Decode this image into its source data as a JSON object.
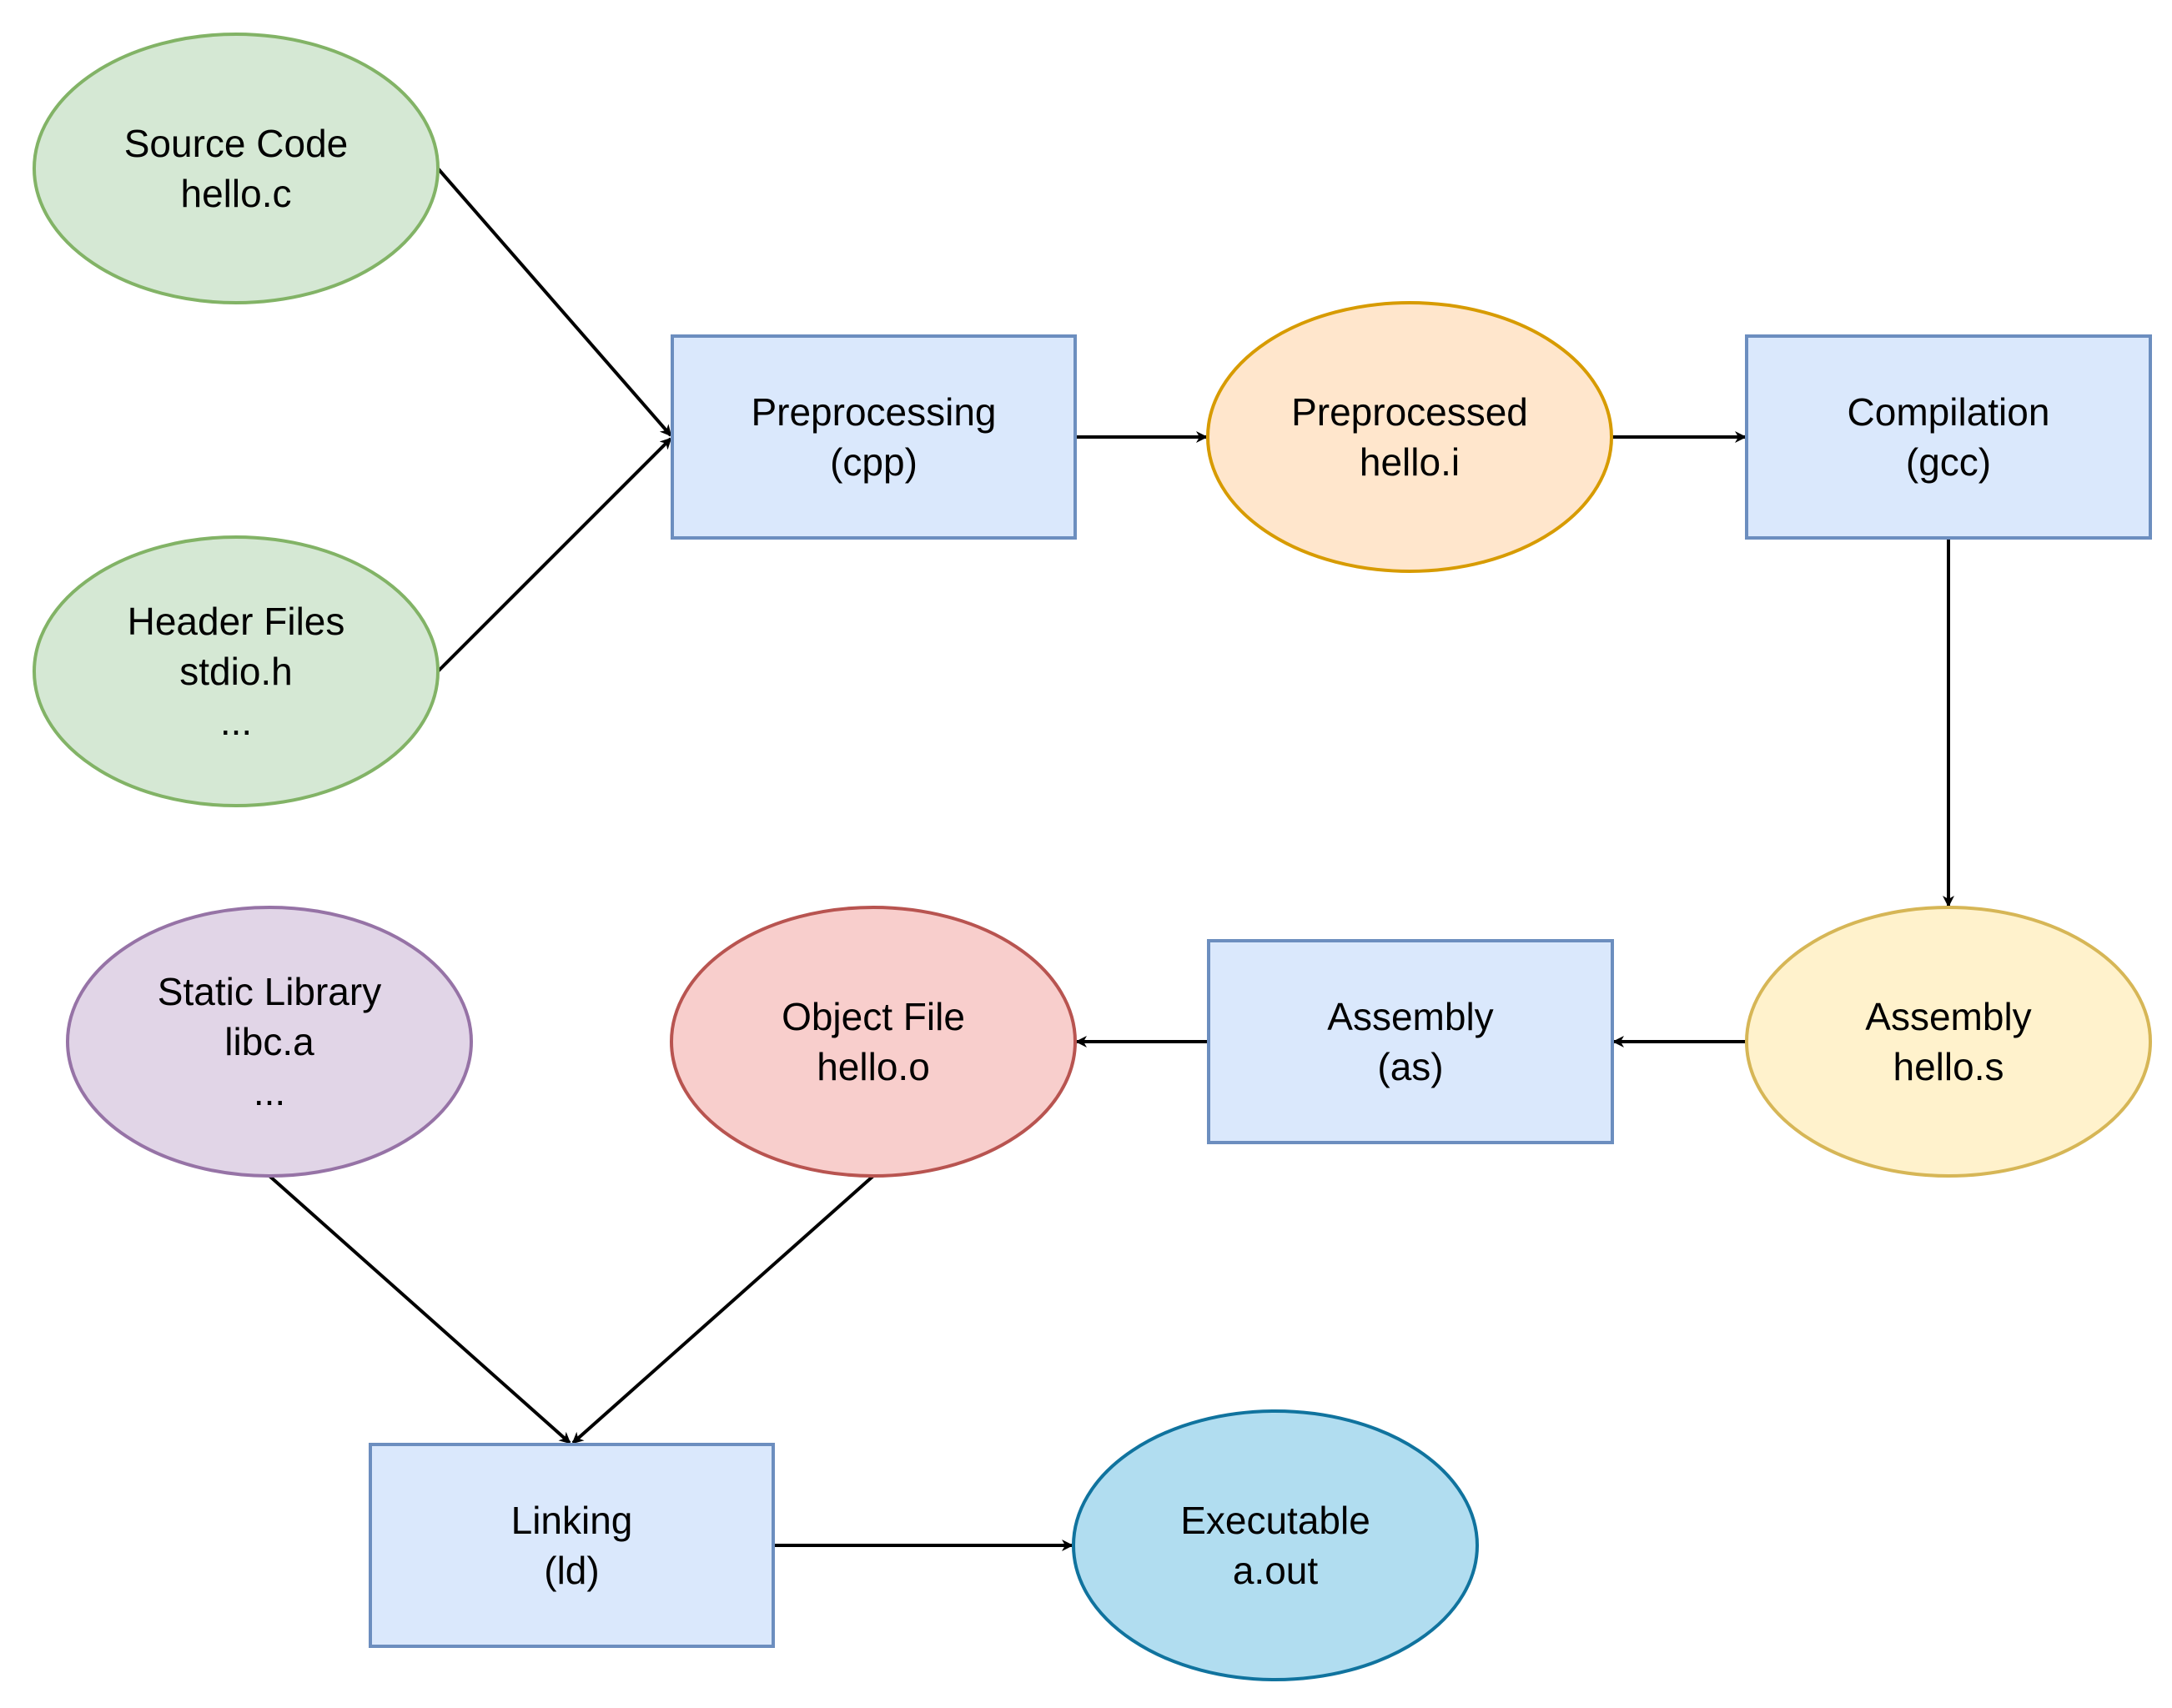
{
  "diagram": {
    "nodes": {
      "source": {
        "lines": [
          "Source Code",
          "hello.c"
        ],
        "fill": "#d5e8d4",
        "stroke": "#82b366"
      },
      "headers": {
        "lines": [
          "Header Files",
          "stdio.h",
          "..."
        ],
        "fill": "#d5e8d4",
        "stroke": "#82b366"
      },
      "preprocessing": {
        "lines": [
          "Preprocessing",
          "(cpp)"
        ],
        "fill": "#dae8fc",
        "stroke": "#6c8ebf"
      },
      "preprocessed": {
        "lines": [
          "Preprocessed",
          "hello.i"
        ],
        "fill": "#ffe6cc",
        "stroke": "#d79b00"
      },
      "compilation": {
        "lines": [
          "Compilation",
          "(gcc)"
        ],
        "fill": "#dae8fc",
        "stroke": "#6c8ebf"
      },
      "assembly_file": {
        "lines": [
          "Assembly",
          "hello.s"
        ],
        "fill": "#fff2cc",
        "stroke": "#d6b656"
      },
      "assembly_step": {
        "lines": [
          "Assembly",
          "(as)"
        ],
        "fill": "#dae8fc",
        "stroke": "#6c8ebf"
      },
      "object_file": {
        "lines": [
          "Object File",
          "hello.o"
        ],
        "fill": "#f8cecc",
        "stroke": "#b85450"
      },
      "static_library": {
        "lines": [
          "Static Library",
          "libc.a",
          "..."
        ],
        "fill": "#e1d5e7",
        "stroke": "#9673a6"
      },
      "linking": {
        "lines": [
          "Linking",
          "(ld)"
        ],
        "fill": "#dae8fc",
        "stroke": "#6c8ebf"
      },
      "executable": {
        "lines": [
          "Executable",
          "a.out"
        ],
        "fill": "#b1ddf0",
        "stroke": "#10739e"
      }
    },
    "edges": [
      {
        "from": "source",
        "to": "preprocessing"
      },
      {
        "from": "headers",
        "to": "preprocessing"
      },
      {
        "from": "preprocessing",
        "to": "preprocessed"
      },
      {
        "from": "preprocessed",
        "to": "compilation"
      },
      {
        "from": "compilation",
        "to": "assembly_file"
      },
      {
        "from": "assembly_file",
        "to": "assembly_step"
      },
      {
        "from": "assembly_step",
        "to": "object_file"
      },
      {
        "from": "static_library",
        "to": "linking"
      },
      {
        "from": "object_file",
        "to": "linking"
      },
      {
        "from": "linking",
        "to": "executable"
      }
    ]
  }
}
